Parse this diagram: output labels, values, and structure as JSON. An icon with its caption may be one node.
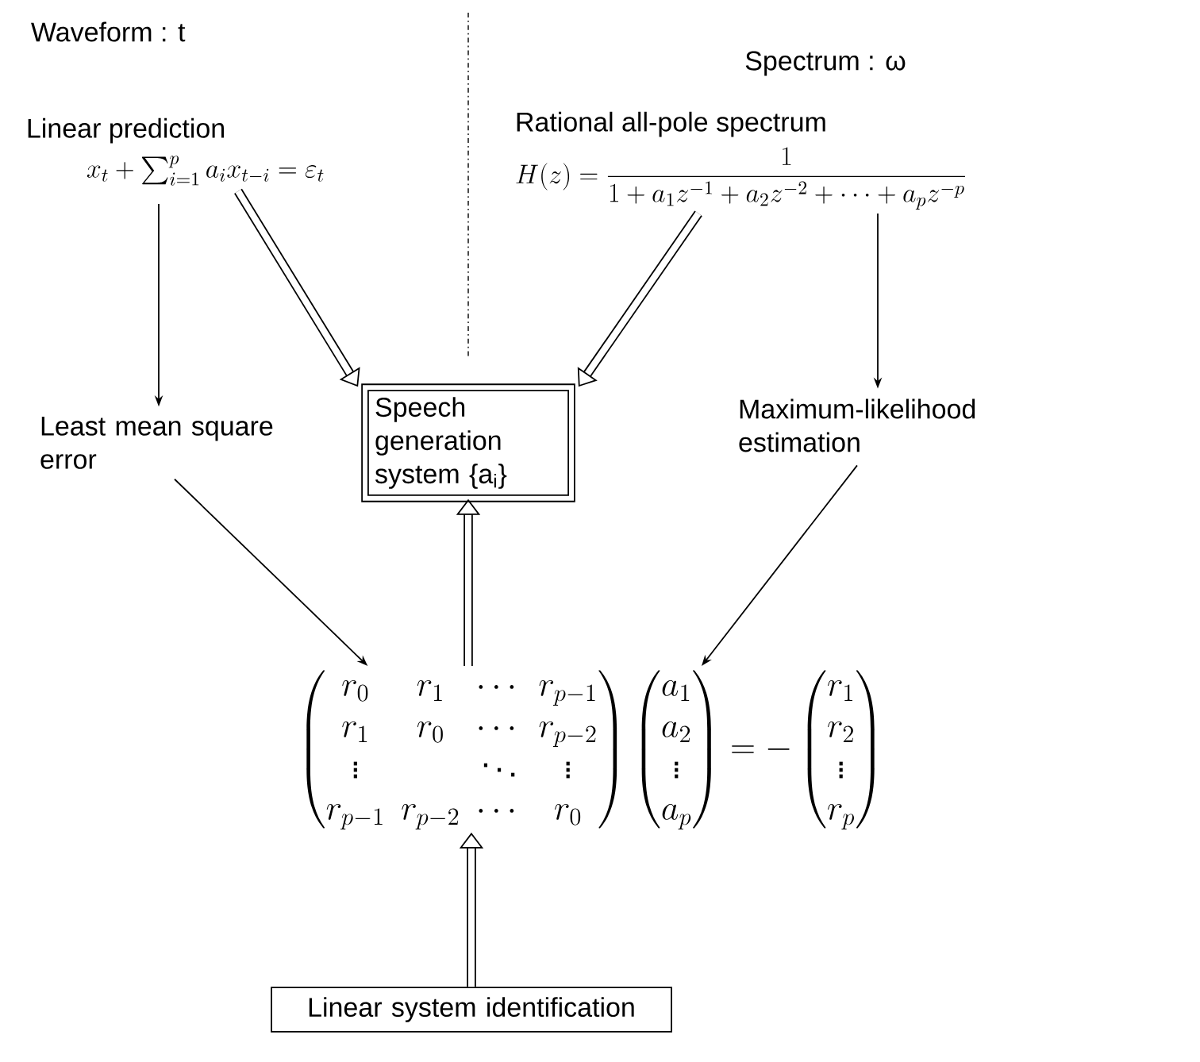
{
  "diagram": {
    "nodes": [
      {
        "text": [
          "Linear prediction",
          "x_t+\\sum_{i=1}^{p}a_i x_{t-i}=\\varepsilon_t"
        ]
      },
      {
        "text": [
          "Speech generation system {a$_{i}$}"
        ]
      },
      {
        "text": [
          "Least mean square error"
        ]
      },
      {
        "text": [
          "Rational all-pole spectrum",
          "H(z)=\\frac{1}{1+a_1z^{-1}+a_2z^{-2}+\\cdots+a_pz^{-p}}"
        ]
      },
      {
        "text": [
          "Maximum-likelihood estimation"
        ]
      },
      {
        "text": [
          "\\begin{pmatrix} r_0 & r_1 & \\cdots & r_{p-1}\\\\ r_1 & r_0 & \\cdots & r_{p-2}\\\\ \\vdots & & \\ddots & \\vdots\\\\ r_{p-1} & r_{p-2} & \\cdots & r_0\\end{pmatrix}\\begin{pmatrix}a_1\\\\ a_2\\\\ \\vdots\\\\ a_p\\end{pmatrix}=-\\begin{pmatrix}r_1\\\\ r_2\\\\ \\vdots\\\\ r_p\\end{pmatrix}"
        ]
      },
      {
        "text": [
          "Linear system identification"
        ]
      }
    ],
    "edges": [
      {
        "from": 0,
        "to": 2,
        "arrow": "to"
      },
      {
        "from": 0,
        "to": 1,
        "arrow": "to",
        "style": "thick"
      },
      {
        "from": 3,
        "to": 1,
        "arrow": "to",
        "style": "thick"
      },
      {
        "from": 3,
        "to": 4,
        "arrow": "to"
      },
      {
        "from": 2,
        "to": 5,
        "arrow": "to"
      },
      {
        "from": 4,
        "to": 5,
        "arrow": "to"
      },
      {
        "from": 5,
        "to": 1,
        "arrow": "to",
        "style": "thick"
      },
      {
        "from": 6,
        "to": 5,
        "arrow": "to",
        "style": "thick"
      }
    ],
    "labels": [
      "Waveform : t",
      "Spectrum : ω"
    ]
  }
}
